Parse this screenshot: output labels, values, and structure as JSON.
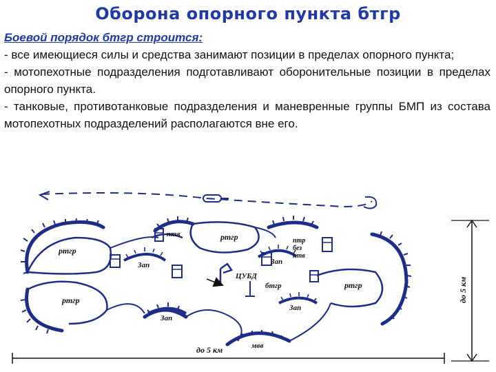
{
  "title": "Оборона опорного пункта бтгр",
  "heading": "Боевой порядок бтгр строится:",
  "bullets": [
    "- все имеющиеся силы и средства занимают позиции в пределах опорного пункта;",
    "- мотопехотные подразделения подготавливают оборонительные позиции в пределах опорного пункта.",
    "- танковые, противотанковые подразделения и маневренные группы БМП из состава мотопехотных подразделений располагаются вне его."
  ],
  "diagram": {
    "positions": {
      "rtgr_left": "ртгр",
      "rtgr_top": "ртгр",
      "rtgr_right": "ртгр",
      "rtgr_lower_left": "ртгр",
      "ptv_top": "птв",
      "ptv_reserve": "птр\nбез\nптв",
      "zap_left": "Зап",
      "zap_center": "Зап",
      "zap_right": "Зап",
      "zap_bottom": "Зап",
      "mvv_bottom": "мвв",
      "cubd": "ЦУБД",
      "btgr": "бтгр"
    },
    "scale_bottom": "до 5 км",
    "scale_right": "до 5 км"
  },
  "colors": {
    "title": "#1f3aa8",
    "heading": "#1f3aa8",
    "text": "#111111",
    "diagram_ink": "#1c2d8a"
  }
}
